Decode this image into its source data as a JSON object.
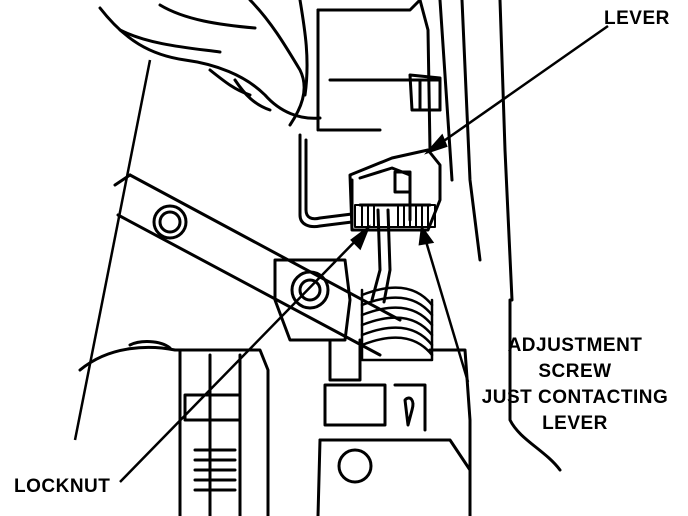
{
  "callouts": {
    "lever": "LEVER",
    "adjustment_screw": [
      "ADJUSTMENT",
      "SCREW",
      "JUST CONTACTING",
      "LEVER"
    ],
    "locknut": "LOCKNUT"
  },
  "colors": {
    "line": "#000000",
    "background": "#ffffff"
  }
}
